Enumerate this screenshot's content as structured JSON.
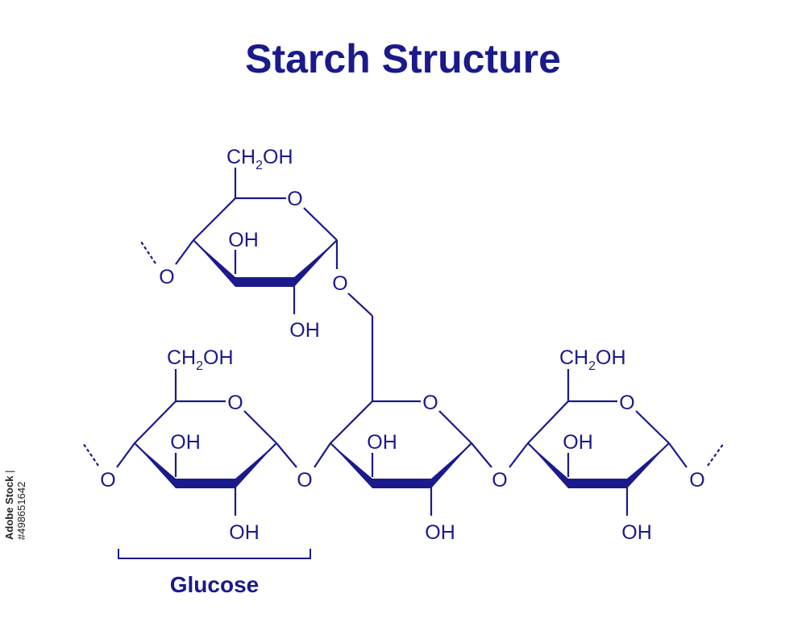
{
  "title": "Starch Structure",
  "atoms": {
    "ring_oxygen": "O",
    "hydroxyl": "OH",
    "linkage_oxygen": "O",
    "ch2oh_prefix": "CH",
    "ch2oh_subscript": "2",
    "ch2oh_suffix": "OH"
  },
  "labels": {
    "glucose": "Glucose"
  },
  "stock": {
    "site": "Adobe Stock",
    "separator": " | ",
    "id": "#498651642"
  },
  "colors": {
    "structure": "#1a1a8c",
    "background": "#ffffff"
  }
}
